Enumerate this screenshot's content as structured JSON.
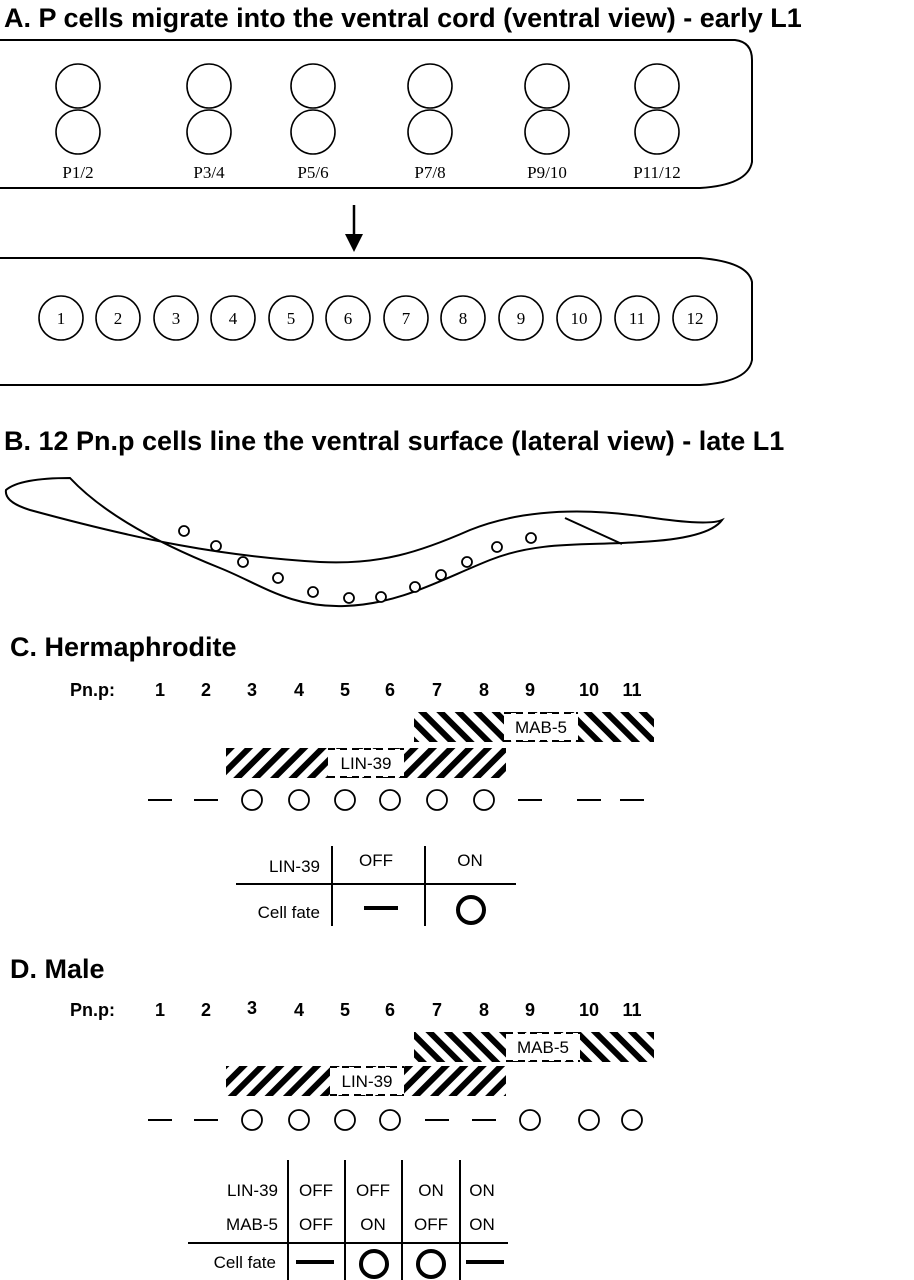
{
  "panel_a": {
    "title": "A.  P cells migrate into the ventral cord (ventral view) - early L1",
    "pairs": [
      "P1/2",
      "P3/4",
      "P5/6",
      "P7/8",
      "P9/10",
      "P11/12"
    ],
    "cells": [
      "1",
      "2",
      "3",
      "4",
      "5",
      "6",
      "7",
      "8",
      "9",
      "10",
      "11",
      "12"
    ]
  },
  "panel_b": {
    "title": "B.  12 Pn.p cells line the ventral surface (lateral view) - late L1"
  },
  "panel_c": {
    "title": "C.  Hermaphrodite",
    "pnp_label": "Pn.p:",
    "numbers": [
      "1",
      "2",
      "3",
      "4",
      "5",
      "6",
      "7",
      "8",
      "9",
      "10",
      "11"
    ],
    "mab5": "MAB-5",
    "lin39": "LIN-39",
    "fates": [
      "dash",
      "dash",
      "circle",
      "circle",
      "circle",
      "circle",
      "circle",
      "circle",
      "dash",
      "dash",
      "dash"
    ],
    "table": {
      "row1_label": "LIN-39",
      "row2_label": "Cell fate",
      "cols": [
        "OFF",
        "ON"
      ],
      "fates": [
        "dash",
        "circle"
      ]
    }
  },
  "panel_d": {
    "title": "D.  Male",
    "pnp_label": "Pn.p:",
    "numbers": [
      "1",
      "2",
      "3",
      "4",
      "5",
      "6",
      "7",
      "8",
      "9",
      "10",
      "11"
    ],
    "mab5": "MAB-5",
    "lin39": "LIN-39",
    "fates": [
      "dash",
      "dash",
      "circle",
      "circle",
      "circle",
      "circle",
      "dash",
      "dash",
      "circle",
      "circle",
      "circle"
    ],
    "table": {
      "row1_label": "LIN-39",
      "row2_label": "MAB-5",
      "row3_label": "Cell fate",
      "lin39": [
        "OFF",
        "OFF",
        "ON",
        "ON"
      ],
      "mab5": [
        "OFF",
        "ON",
        "OFF",
        "ON"
      ],
      "fates": [
        "dash",
        "circle",
        "circle",
        "dash"
      ]
    }
  }
}
